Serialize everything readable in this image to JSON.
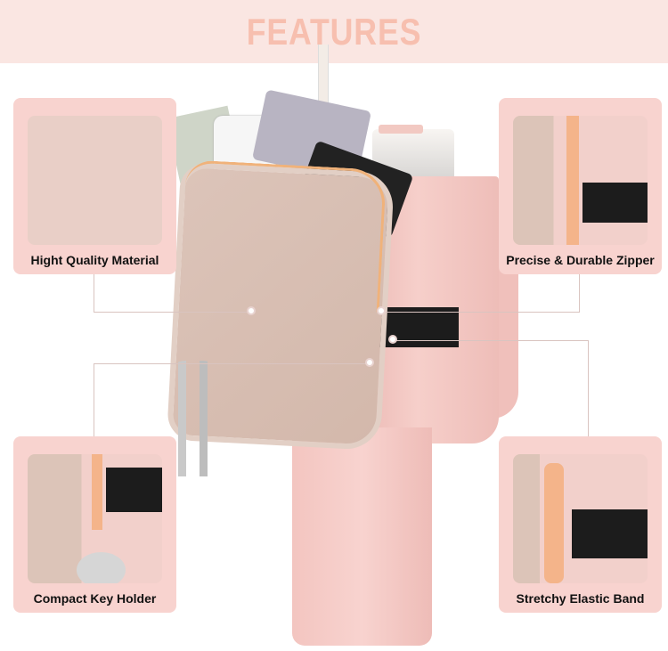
{
  "header": {
    "title": "FEATURES"
  },
  "features": [
    {
      "label": "Hight Quality Material"
    },
    {
      "label": "Precise & Durable Zipper"
    },
    {
      "label": "Compact Key Holder"
    },
    {
      "label": "Stretchy Elastic Band"
    }
  ],
  "colors": {
    "header_bg": "#fae6e2",
    "title": "#f7bfaf",
    "panel": "#f8d3cf",
    "tumbler": "#f2c4bf",
    "pouch": "#d9c0b4",
    "elastic": "#1c1c1c",
    "zipper": "#f4b48a"
  }
}
